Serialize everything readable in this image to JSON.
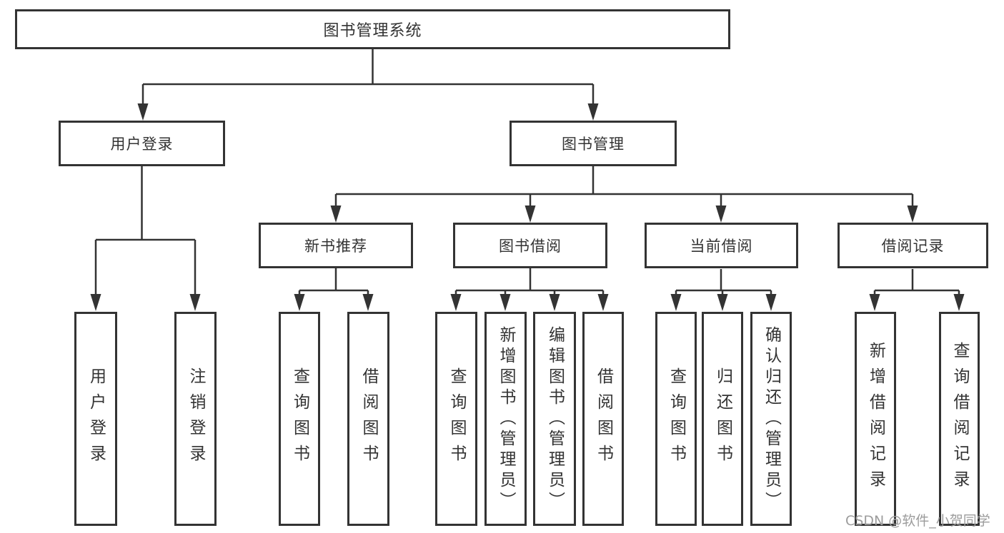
{
  "tree": {
    "root": {
      "label": "图书管理系统"
    },
    "children": [
      {
        "label": "用户登录",
        "children": [
          {
            "label": "用户登录"
          },
          {
            "label": "注销登录"
          }
        ]
      },
      {
        "label": "图书管理",
        "children": [
          {
            "label": "新书推荐",
            "children": [
              {
                "label": "查询图书"
              },
              {
                "label": "借阅图书"
              }
            ]
          },
          {
            "label": "图书借阅",
            "children": [
              {
                "label": "查询图书"
              },
              {
                "label": "新增图书（管理员）"
              },
              {
                "label": "编辑图书（管理员）"
              },
              {
                "label": "借阅图书"
              }
            ]
          },
          {
            "label": "当前借阅",
            "children": [
              {
                "label": "查询图书"
              },
              {
                "label": "归还图书"
              },
              {
                "label": "确认归还（管理员）"
              }
            ]
          },
          {
            "label": "借阅记录",
            "children": [
              {
                "label": "新增借阅记录"
              },
              {
                "label": "查询借阅记录"
              }
            ]
          }
        ]
      }
    ]
  },
  "watermark": {
    "text": "CSDN @软件_小贺同学"
  },
  "colors": {
    "line": "#333333",
    "text": "#333333",
    "box_background": "#ffffff",
    "page_background": "#ffffff",
    "watermark_text": "#9c9c9c"
  }
}
